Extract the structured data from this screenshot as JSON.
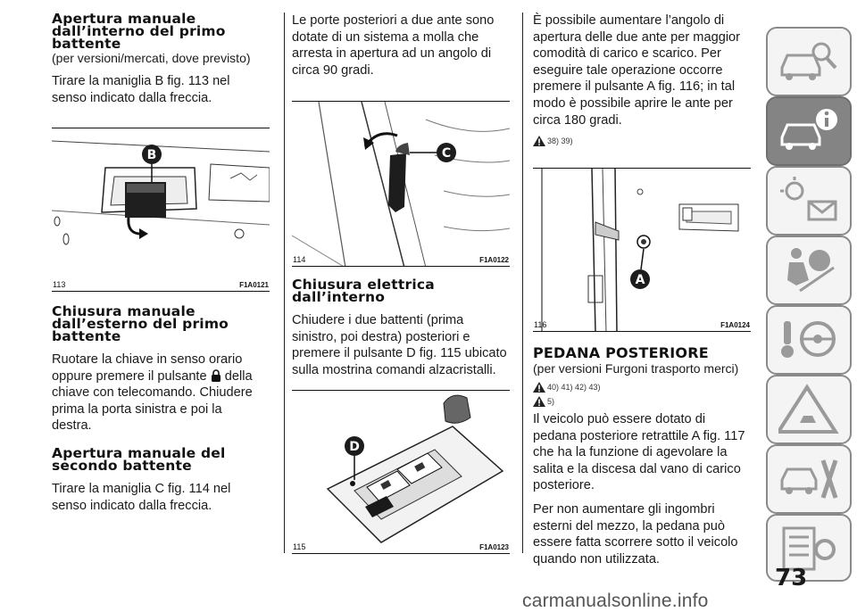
{
  "col1": {
    "h1": "Apertura manuale dall’interno del primo battente",
    "h1_sub": "(per versioni/mercati, dove previsto)",
    "p1": "Tirare la maniglia B fig. 113 nel senso indicato dalla freccia.",
    "fig113": {
      "number": "113",
      "code": "F1A0121",
      "callout": "B"
    },
    "h2": "Chiusura manuale dall’esterno del primo battente",
    "p2a": "Ruotare la chiave in senso orario oppure premere il pulsante",
    "p2b": "della chiave con telecomando. Chiudere prima la porta sinistra e poi la destra.",
    "h3": "Apertura manuale del secondo battente",
    "p3": "Tirare la maniglia C fig. 114 nel senso indicato dalla freccia."
  },
  "col2": {
    "p1": "Le porte posteriori a due ante sono dotate di un sistema a molla che arresta in apertura ad un angolo di circa 90 gradi.",
    "fig114": {
      "number": "114",
      "code": "F1A0122",
      "callout": "C"
    },
    "h1": "Chiusura elettrica dall’interno",
    "p2": "Chiudere i due battenti (prima sinistro, poi destra) posteriori e premere il pulsante D fig. 115 ubicato sulla mostrina comandi alzacristalli.",
    "fig115": {
      "number": "115",
      "code": "F1A0123",
      "callout": "D"
    }
  },
  "col3": {
    "p1": "È possibile aumentare l’angolo di apertura delle due ante per maggior comodità di carico e scarico. Per eseguire tale operazione occorre premere il pulsante A fig. 116; in tal modo è possibile aprire le ante per circa 180 gradi.",
    "warn1": "38) 39)",
    "fig116": {
      "number": "116",
      "code": "F1A0124",
      "callout": "A"
    },
    "h1": "PEDANA POSTERIORE",
    "h1_sub": "(per versioni Furgoni trasporto merci)",
    "warn2": "40) 41) 42) 43)",
    "warn3": "5)",
    "p2": "Il veicolo può essere dotato di pedana posteriore retrattile A fig. 117 che ha la funzione di agevolare la salita e la discesa dal vano di carico posteriore.",
    "p3": "Per non aumentare gli ingombri esterni del mezzo, la pedana può essere fatta scorrere sotto il veicolo quando non utilizzata."
  },
  "sidebar": {
    "tabs": [
      {
        "icon": "car-search-icon"
      },
      {
        "icon": "car-info-icon",
        "active": true
      },
      {
        "icon": "warning-lights-icon"
      },
      {
        "icon": "safety-airbag-icon"
      },
      {
        "icon": "driving-key-wheel-icon"
      },
      {
        "icon": "emergency-triangle-icon"
      },
      {
        "icon": "maintenance-tools-icon"
      },
      {
        "icon": "technical-data-icon"
      },
      {
        "icon": "alphabetical-index-icon"
      }
    ]
  },
  "page_number": "73",
  "watermark": "carmanualsonline.info"
}
